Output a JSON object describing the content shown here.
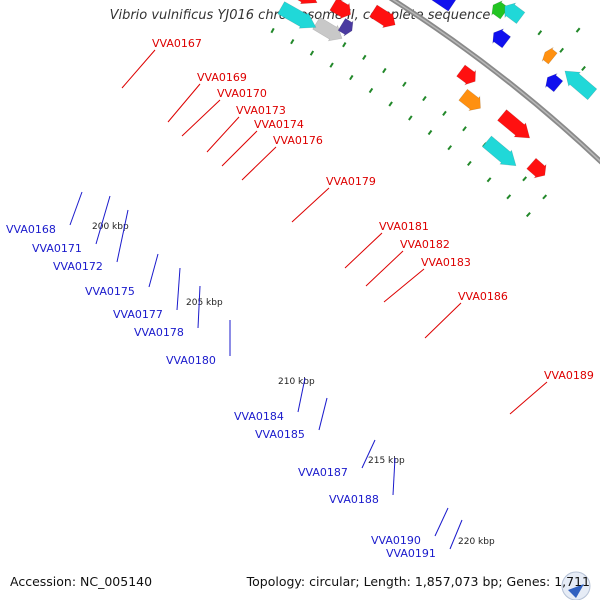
{
  "title": "Vibrio vulnificus YJ016 chromosome II, complete sequence",
  "footer": {
    "accession": "Accession: NC_005140",
    "topology": "Topology: circular; Length: 1,857,073 bp; Genes: 1,711"
  },
  "colors": {
    "forward_label": "#dd0000",
    "reverse_label": "#1a1acc",
    "backbone": "#8a8a8a",
    "tick": "#22882a"
  },
  "scale_labels": [
    "200 kbp",
    "205 kbp",
    "210 kbp",
    "215 kbp",
    "220 kbp"
  ],
  "forward_labels": [
    "VVA0167",
    "VVA0169",
    "VVA0170",
    "VVA0173",
    "VVA0174",
    "VVA0176",
    "VVA0179",
    "VVA0181",
    "VVA0182",
    "VVA0183",
    "VVA0186",
    "VVA0189"
  ],
  "reverse_labels": [
    "VVA0168",
    "VVA0171",
    "VVA0172",
    "VVA0175",
    "VVA0177",
    "VVA0178",
    "VVA0180",
    "VVA0184",
    "VVA0185",
    "VVA0187",
    "VVA0188",
    "VVA0190",
    "VVA0191"
  ],
  "features": {
    "forward": [
      {
        "color": "#ff1010"
      },
      {
        "color": "#ff1010"
      },
      {
        "color": "#ff1010"
      },
      {
        "color": "#f08a8a"
      },
      {
        "color": "#ff1010"
      },
      {
        "color": "#ff1010"
      },
      {
        "color": "#c8c8c8"
      },
      {
        "color": "#ff1010"
      },
      {
        "color": "#ff1010"
      },
      {
        "color": "#ff1010"
      },
      {
        "color": "#ff1010"
      },
      {
        "color": "#c8c8c8"
      },
      {
        "color": "#20d8d8"
      },
      {
        "color": "#ff1010"
      },
      {
        "color": "#4a3aa0"
      },
      {
        "color": "#ff1010"
      },
      {
        "color": "#ff1010"
      },
      {
        "color": "#ff9010"
      },
      {
        "color": "#ff1010"
      },
      {
        "color": "#20d8d8"
      },
      {
        "color": "#ff1010"
      }
    ],
    "reverse": [
      {
        "color": "#1010ee"
      },
      {
        "color": "#1010ee"
      },
      {
        "color": "#1010ee"
      },
      {
        "color": "#20d8d8"
      },
      {
        "color": "#1010ee"
      },
      {
        "color": "#1010ee"
      },
      {
        "color": "#6b8a22"
      },
      {
        "color": "#1010ee"
      },
      {
        "color": "#1010ee"
      },
      {
        "color": "#ff9010"
      },
      {
        "color": "#1010ee"
      },
      {
        "color": "#1010ee"
      },
      {
        "color": "#1010ee"
      },
      {
        "color": "#20d8d8"
      },
      {
        "color": "#1010ee"
      },
      {
        "color": "#22c422"
      },
      {
        "color": "#1010ee"
      },
      {
        "color": "#20d8d8"
      },
      {
        "color": "#ff9010"
      },
      {
        "color": "#20d8d8"
      },
      {
        "color": "#1010ee"
      }
    ]
  }
}
